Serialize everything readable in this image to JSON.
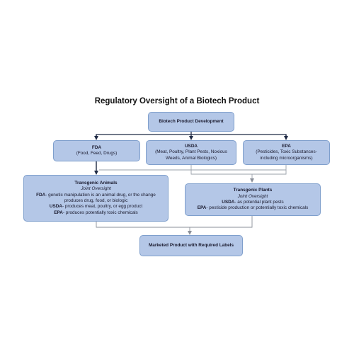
{
  "title": "Regulatory Oversight of a Biotech Product",
  "nodes": {
    "development": {
      "label": "Biotech Product Development"
    },
    "fda": {
      "label": "FDA",
      "sub": "(Food, Feed, Drugs)"
    },
    "usda": {
      "label": "USDA",
      "sub1": "(Meat, Poultry, Plant Pests, Noxious",
      "sub2": "Weeds, Animal Biologics)"
    },
    "epa": {
      "label": "EPA",
      "sub1": "(Pesticides, Toxic Substances-",
      "sub2": "including microorganisms)"
    },
    "animals": {
      "label": "Transgenic Animals",
      "oversight": "Joint Oversight",
      "fda_key": "FDA",
      "fda_text1": "- genetic manipulation is an animal drug, or the change",
      "fda_text2": "produces drug, food, or biologic",
      "usda_key": "USDA",
      "usda_text": "- produces meat, poultry, or egg product",
      "epa_key": "EPA",
      "epa_text": "- produces potentially toxic chemicals"
    },
    "plants": {
      "label": "Transgenic Plants",
      "oversight": "Joint Oversight",
      "usda_key": "USDA",
      "usda_text": "- as potential plant pests",
      "epa_key": "EPA",
      "epa_text": "- pesticide production or potentially toxic chemicals"
    },
    "marketed": {
      "label": "Marketed Product with Required Labels"
    }
  }
}
